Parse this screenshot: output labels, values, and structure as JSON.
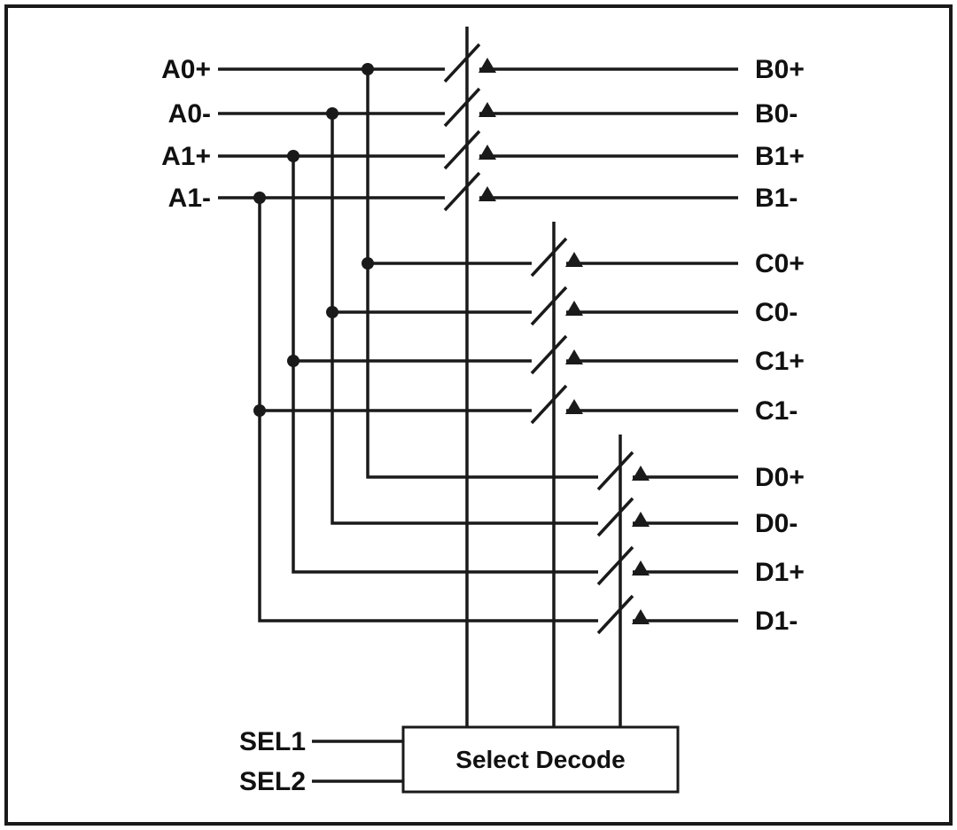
{
  "diagram": {
    "inputs": [
      {
        "label": "A0+"
      },
      {
        "label": "A0-"
      },
      {
        "label": "A1+"
      },
      {
        "label": "A1-"
      }
    ],
    "outputs": [
      {
        "label": "B0+"
      },
      {
        "label": "B0-"
      },
      {
        "label": "B1+"
      },
      {
        "label": "B1-"
      },
      {
        "label": "C0+"
      },
      {
        "label": "C0-"
      },
      {
        "label": "C1+"
      },
      {
        "label": "C1-"
      },
      {
        "label": "D0+"
      },
      {
        "label": "D0-"
      },
      {
        "label": "D1+"
      },
      {
        "label": "D1-"
      }
    ],
    "decoder": {
      "label": "Select Decode",
      "select_inputs": [
        {
          "label": "SEL1"
        },
        {
          "label": "SEL2"
        }
      ]
    },
    "colors": {
      "wire": "#1a1a1a",
      "background": "#ffffff"
    }
  }
}
